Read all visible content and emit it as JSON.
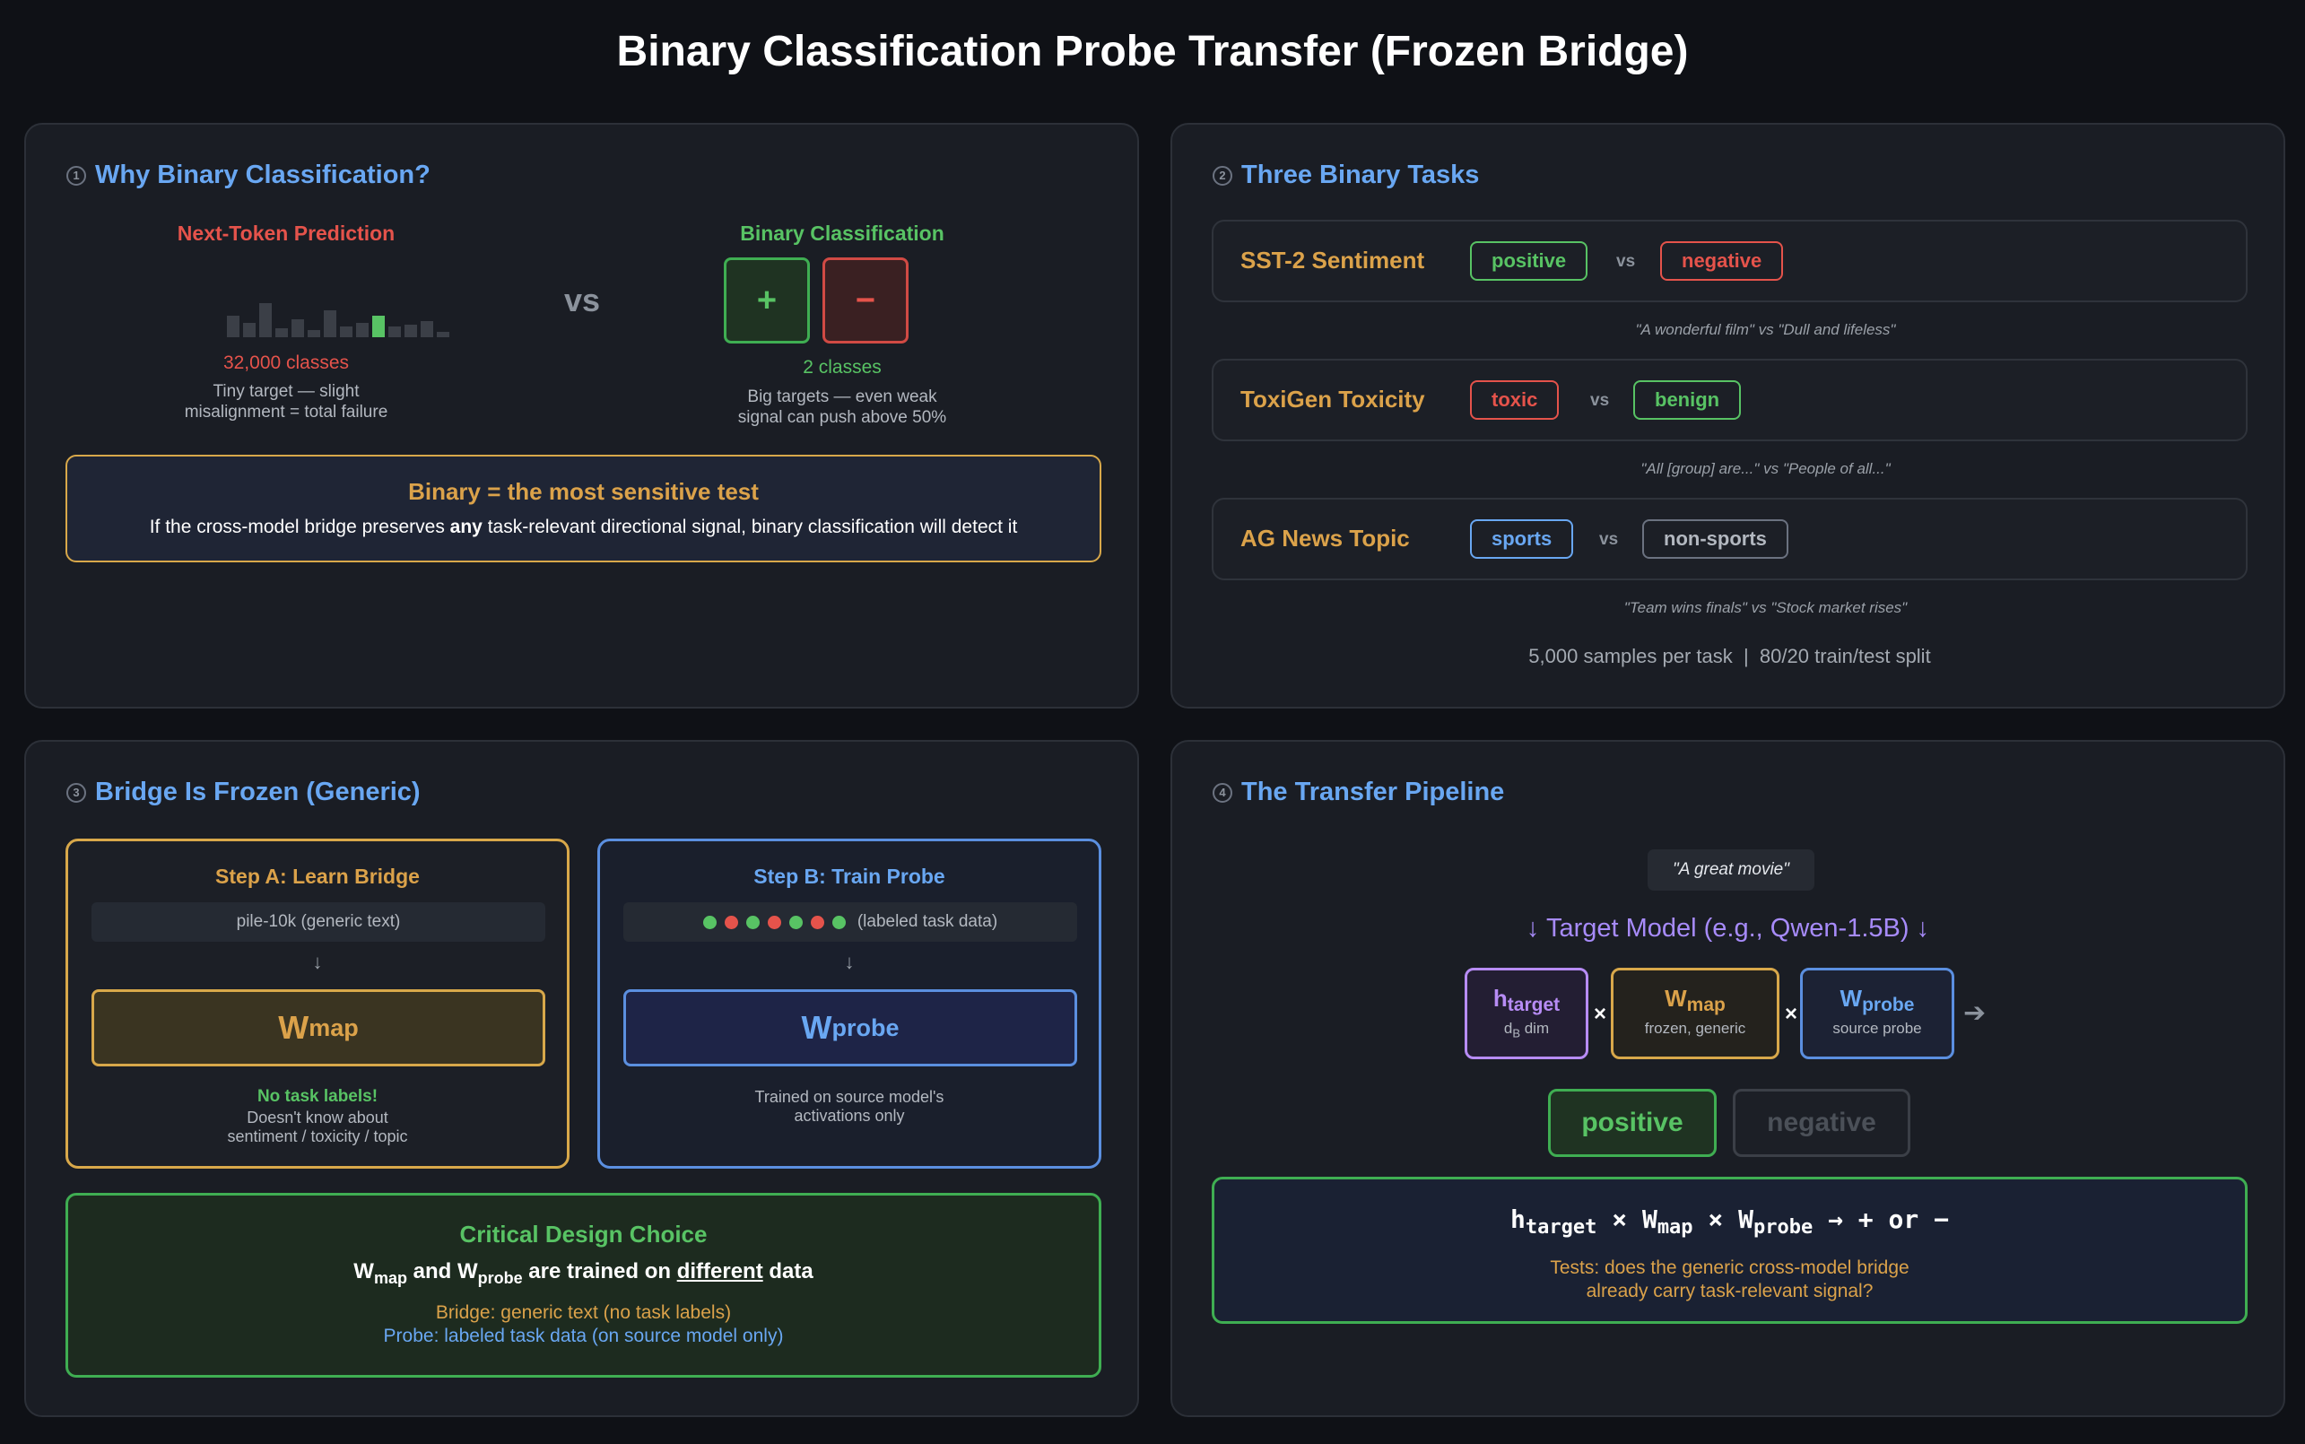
{
  "title": "Binary Classification Probe Transfer (Frozen Bridge)",
  "panel1": {
    "number": "1",
    "heading": "Why Binary Classification?",
    "ntp": {
      "title": "Next-Token Prediction",
      "classes": "32,000 classes",
      "desc_line1": "Tiny target — slight",
      "desc_line2": "misalignment = total failure"
    },
    "vs": "vs",
    "bin": {
      "title": "Binary Classification",
      "plus": "+",
      "minus": "−",
      "classes": "2 classes",
      "desc_line1": "Big targets — even weak",
      "desc_line2": "signal can push above 50%"
    },
    "callout": {
      "title": "Binary = the most sensitive test",
      "text_a": "If the cross-model bridge preserves ",
      "text_bold": "any",
      "text_b": " task-relevant directional signal, binary classification will detect it"
    }
  },
  "panel2": {
    "number": "2",
    "heading": "Three Binary Tasks",
    "vs": "vs",
    "tasks": [
      {
        "name": "SST-2 Sentiment",
        "left": "positive",
        "right": "negative",
        "example": "\"A wonderful film\" vs \"Dull and lifeless\""
      },
      {
        "name": "ToxiGen Toxicity",
        "left": "toxic",
        "right": "benign",
        "example": "\"All [group] are...\" vs \"People of all...\""
      },
      {
        "name": "AG News Topic",
        "left": "sports",
        "right": "non-sports",
        "example": "\"Team wins finals\" vs \"Stock market rises\""
      }
    ],
    "footer": "5,000 samples per task  |  80/20 train/test split"
  },
  "panel3": {
    "number": "3",
    "heading": "Bridge Is Frozen (Generic)",
    "stepA": {
      "title": "Step A: Learn Bridge",
      "input": "pile-10k (generic text)",
      "arrow": "↓",
      "w": "W",
      "w_sub": "map",
      "note_title": "No task labels!",
      "note_line1": "Doesn't know about",
      "note_line2": "sentiment / toxicity / topic"
    },
    "stepB": {
      "title": "Step B: Train Probe",
      "input": "(labeled task data)",
      "arrow": "↓",
      "w": "W",
      "w_sub": "probe",
      "note_line1": "Trained on source model's",
      "note_line2": "activations only"
    },
    "callout": {
      "title": "Critical Design Choice",
      "w1": "W",
      "w1_sub": "map",
      "and": " and ",
      "w2": "W",
      "w2_sub": "probe",
      "mid": " are trained on ",
      "diff": "different",
      "end": " data",
      "bridge_line": "Bridge: generic text (no task labels)",
      "probe_line": "Probe: labeled task data (on source model only)"
    }
  },
  "panel4": {
    "number": "4",
    "heading": "The Transfer Pipeline",
    "quote": "\"A great movie\"",
    "target_line": "↓ Target Model (e.g., Qwen-1.5B) ↓",
    "h": {
      "main": "h",
      "sub": "target",
      "desc_a": "d",
      "desc_sub": "B",
      "desc_b": " dim"
    },
    "wmap": {
      "main": "W",
      "sub": "map",
      "desc": "frozen, generic"
    },
    "wprobe": {
      "main": "W",
      "sub": "probe",
      "desc": "source probe"
    },
    "times": "×",
    "arrow": "➔",
    "positive": "positive",
    "negative": "negative",
    "formula": {
      "h": "h",
      "h_sub": "target",
      "x1": " × ",
      "w1": "W",
      "w1_sub": "map",
      "x2": " × ",
      "w2": "W",
      "w2_sub": "probe",
      "tail": " → + or −"
    },
    "test_line1": "Tests: does the generic cross-model bridge",
    "test_line2": "already carry task-relevant signal?"
  },
  "colors": {
    "blue": "#69a7f2",
    "gold": "#dba24a",
    "green": "#58c364",
    "red": "#e5534b",
    "purple": "#b78cf5"
  }
}
